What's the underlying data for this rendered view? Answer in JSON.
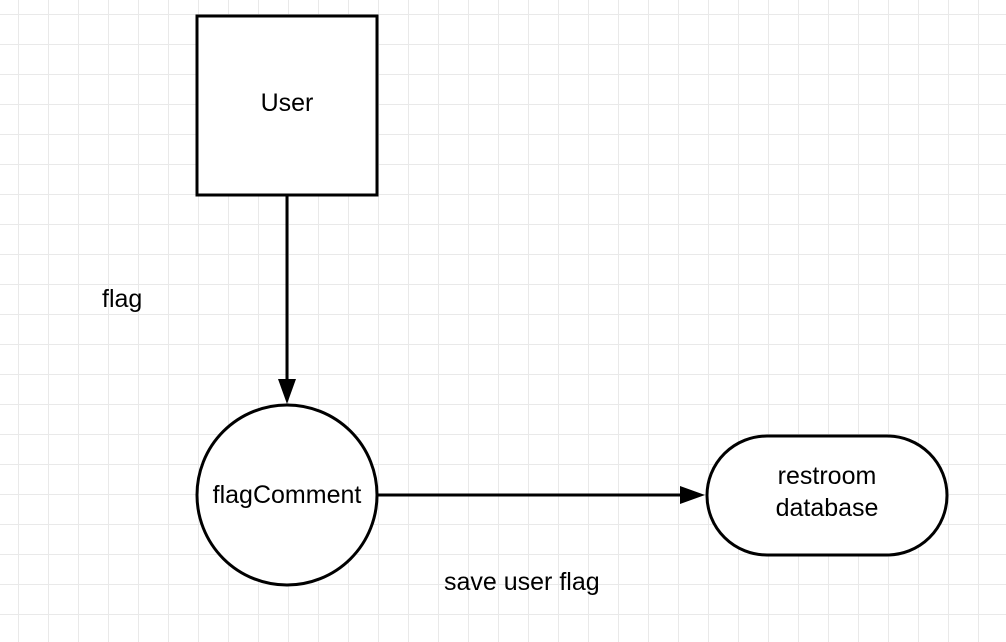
{
  "diagram": {
    "nodes": {
      "user": {
        "label": "User",
        "shape": "rectangle"
      },
      "flag_comment": {
        "label": "flagComment",
        "shape": "circle"
      },
      "restroom_database": {
        "label_line1": "restroom",
        "label_line2": "database",
        "shape": "rounded-rectangle"
      }
    },
    "edges": {
      "user_to_flag_comment": {
        "label": "flag",
        "from": "user",
        "to": "flag_comment"
      },
      "flag_comment_to_database": {
        "label": "save user flag",
        "from": "flag_comment",
        "to": "restroom_database"
      }
    },
    "colors": {
      "stroke": "#000000",
      "fill": "#ffffff",
      "grid": "#e9e9e9"
    }
  }
}
